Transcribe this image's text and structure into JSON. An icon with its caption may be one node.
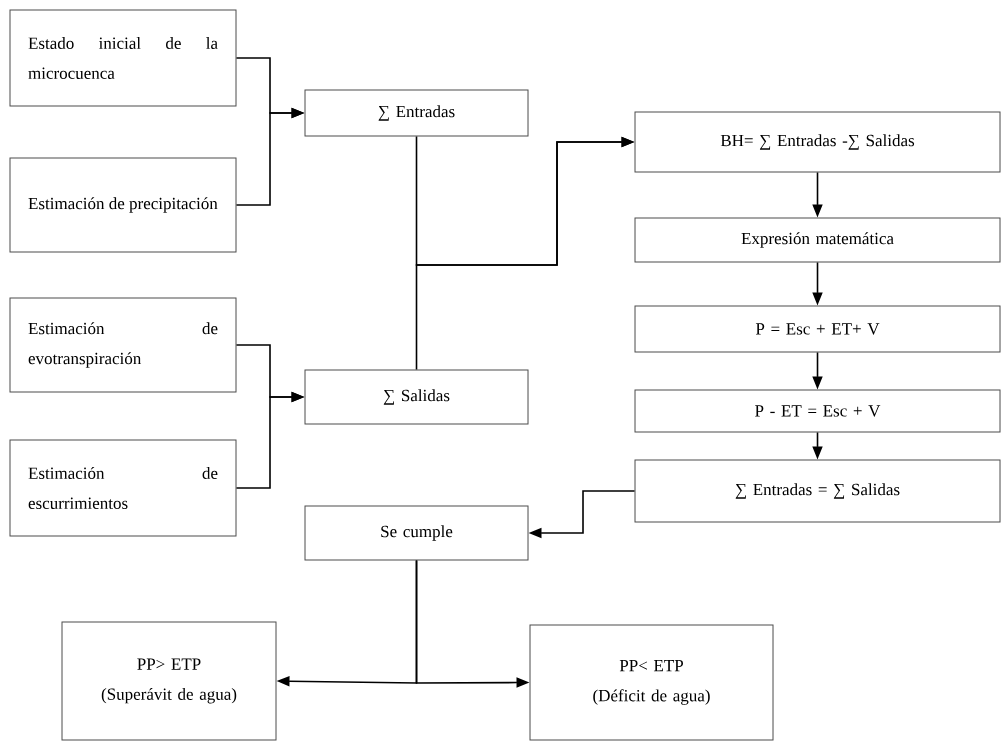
{
  "diagram": {
    "nodes": [
      {
        "text": [
          "Estado inicial de la microcuenca"
        ]
      },
      {
        "text": [
          "Estimación de precipitación"
        ]
      },
      {
        "text": [
          "Estimación de evotranspiración"
        ]
      },
      {
        "text": [
          "Estimación de escurrimientos"
        ]
      },
      {
        "text": [
          "∑ Entradas"
        ]
      },
      {
        "text": [
          "∑ Salidas"
        ]
      },
      {
        "text": [
          "BH= ∑ Entradas -∑ Salidas"
        ]
      },
      {
        "text": [
          "Expresión matemática"
        ]
      },
      {
        "text": [
          "P = Esc + ET+ V"
        ]
      },
      {
        "text": [
          "P - ET = Esc + V"
        ]
      },
      {
        "text": [
          "∑ Entradas = ∑ Salidas"
        ]
      },
      {
        "text": [
          "Se cumple"
        ]
      },
      {
        "text": [
          "PP> ETP",
          "(Superávit de agua)"
        ]
      },
      {
        "text": [
          "PP< ETP",
          "(Déficit de agua)"
        ]
      }
    ],
    "edges": [
      {
        "from": 0,
        "to": 4,
        "arrow": "to"
      },
      {
        "from": 1,
        "to": 4,
        "arrow": "to"
      },
      {
        "from": 2,
        "to": 5,
        "arrow": "to"
      },
      {
        "from": 3,
        "to": 5,
        "arrow": "to"
      },
      {
        "from": 4,
        "to": 6,
        "arrow": "to"
      },
      {
        "from": 5,
        "to": 6,
        "arrow": "to"
      },
      {
        "from": 6,
        "to": 7,
        "arrow": "to"
      },
      {
        "from": 7,
        "to": 8,
        "arrow": "to"
      },
      {
        "from": 8,
        "to": 9,
        "arrow": "to"
      },
      {
        "from": 9,
        "to": 10,
        "arrow": "to"
      },
      {
        "from": 10,
        "to": 11,
        "arrow": "to"
      },
      {
        "from": 11,
        "to": 12,
        "arrow": "to"
      },
      {
        "from": 11,
        "to": 13,
        "arrow": "to"
      }
    ]
  }
}
